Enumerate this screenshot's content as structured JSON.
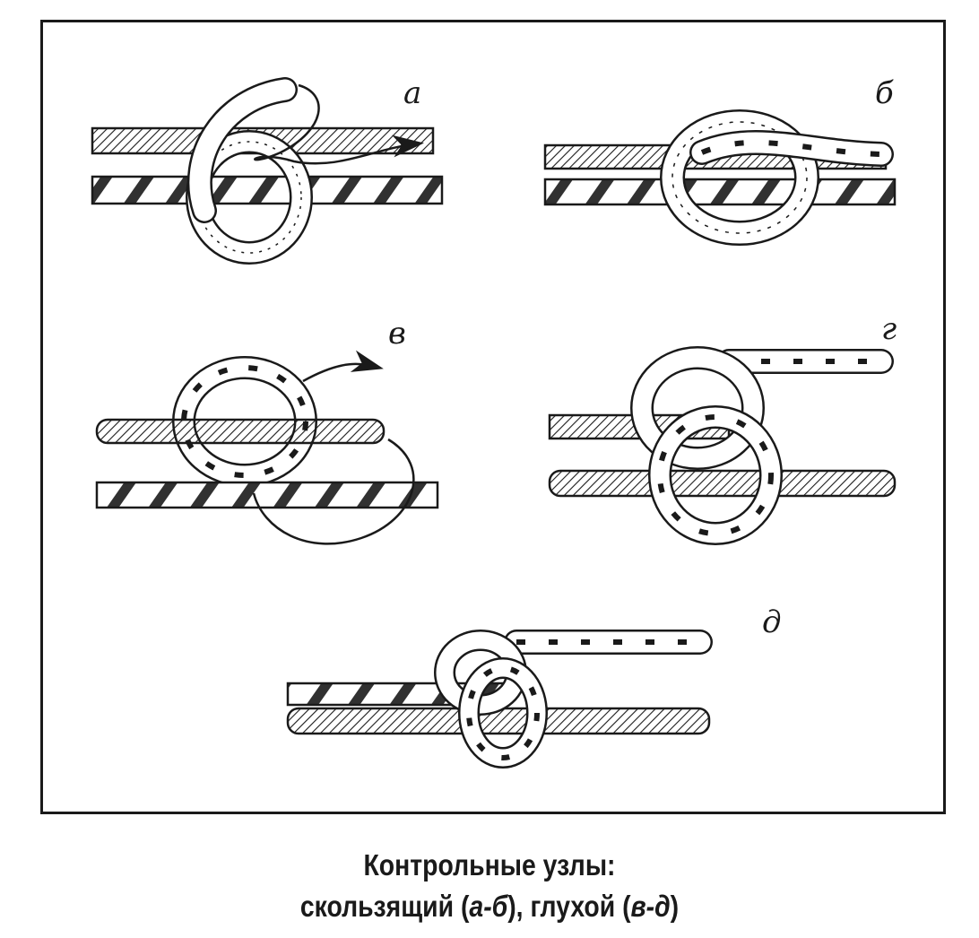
{
  "figure": {
    "panels": [
      {
        "label": "а",
        "knot": "sliding knot, stage 1"
      },
      {
        "label": "б",
        "knot": "sliding knot, tightened"
      },
      {
        "label": "в",
        "knot": "dead knot, stage 1"
      },
      {
        "label": "г",
        "knot": "dead knot, stage 2"
      },
      {
        "label": "д",
        "knot": "dead knot, tightened"
      }
    ]
  },
  "caption": {
    "line1": "Контрольные узлы:",
    "line2_a": "скользящий (",
    "line2_a_range": "а-б",
    "line2_b": "), глухой (",
    "line2_b_range": "в-д",
    "line2_c": ")"
  },
  "colors": {
    "ink": "#1a1a1a",
    "paper": "#ffffff"
  }
}
